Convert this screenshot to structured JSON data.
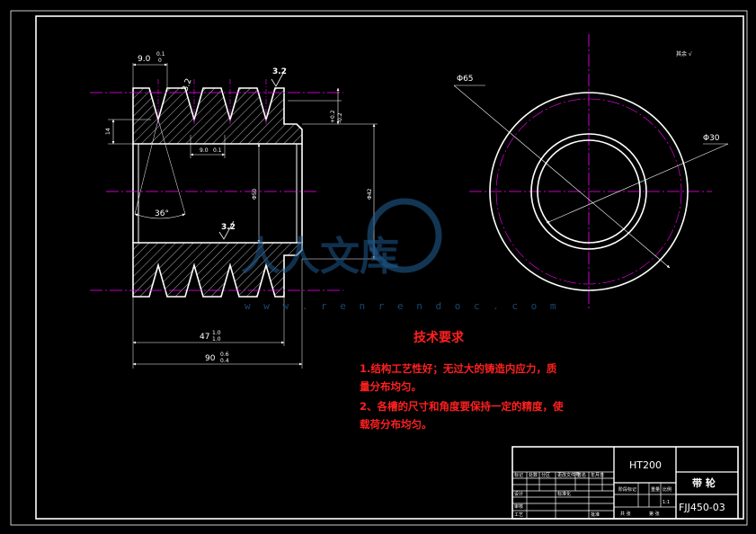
{
  "dimensions": {
    "groove_pitch": "9.0",
    "groove_pitch_tol_upper": "0.1",
    "groove_pitch_tol_lower": "0",
    "roughness_top": "3.2",
    "roughness_groove": "3.2",
    "roughness_bore": "3.2",
    "flank_depth": "14",
    "groove_inner": "9.0",
    "groove_inner_tol": "0.1",
    "groove_angle": "36°",
    "bore_dia": "Φ50",
    "hub_dia": "Φ42",
    "shoulder_tol_upper": "+0.2",
    "shoulder_tol_lower": "-0.2",
    "length_47": "47",
    "length_47_tol_upper": "1.0",
    "length_47_tol_lower": "1.0",
    "length_90": "90",
    "length_90_tol_upper": "0.6",
    "length_90_tol_lower": "0.4",
    "outer_dia": "Φ65",
    "inner_dia": "Φ30"
  },
  "surface_note": "其余 √",
  "technical_requirements": {
    "title": "技术要求",
    "items": [
      "1.结构工艺性好；无过大的铸造内应力，质",
      "量分布均匀。",
      "2、各槽的尺寸和角度要保持一定的精度，使",
      "载荷分布均匀。"
    ]
  },
  "title_block": {
    "material": "HT200",
    "part_name": "带 轮",
    "drawing_number": "FJJ450-03",
    "cells": {
      "mark": "标记",
      "count": "处数",
      "zone": "分区",
      "change_doc": "更改文件号",
      "signature": "签名",
      "date": "年月日",
      "designer": "设计",
      "standardization": "标准化",
      "stage_mark": "阶段标记",
      "weight": "重量",
      "scale": "比例",
      "reviewer": "审核",
      "process": "工艺",
      "approval": "批准",
      "sheets_total": "共 张",
      "sheet_no": "第 张",
      "scale_value": "1:1"
    }
  },
  "watermark": {
    "text": "人人文库",
    "url": "w w w . r e n r e n d o c . c o m"
  },
  "colors": {
    "outline": "#ffffff",
    "centerline": "#ff00ff",
    "hatch": "#ffffff",
    "requirements_text": "#ff2020",
    "watermark": "#1e5a8c"
  }
}
